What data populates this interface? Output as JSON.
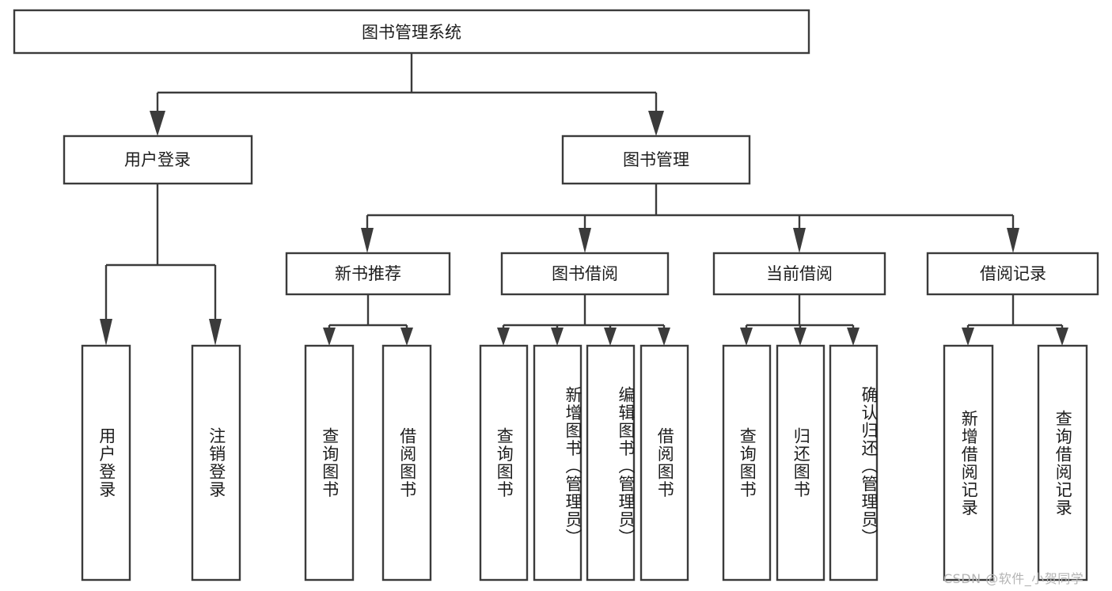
{
  "diagram": {
    "title_node": {
      "label": "图书管理系统"
    },
    "level2": [
      {
        "label": "用户登录"
      },
      {
        "label": "图书管理"
      }
    ],
    "level3": [
      {
        "label": "新书推荐"
      },
      {
        "label": "图书借阅"
      },
      {
        "label": "当前借阅"
      },
      {
        "label": "借阅记录"
      }
    ],
    "leaves": {
      "user_login": [
        {
          "label": "用户登录"
        },
        {
          "label": "注销登录"
        }
      ],
      "new_book": [
        {
          "label": "查询图书"
        },
        {
          "label": "借阅图书"
        }
      ],
      "book_borrow": [
        {
          "label": "查询图书"
        },
        {
          "label": "新增图书（管理员）"
        },
        {
          "label": "编辑图书（管理员）"
        },
        {
          "label": "借阅图书"
        }
      ],
      "current_borrow": [
        {
          "label": "查询图书"
        },
        {
          "label": "归还图书"
        },
        {
          "label": "确认归还（管理员）"
        }
      ],
      "borrow_record": [
        {
          "label": "新增借阅记录"
        },
        {
          "label": "查询借阅记录"
        }
      ]
    },
    "watermark": {
      "text": "CSDN @软件_小贺同学"
    },
    "colors": {
      "stroke": "#3b3b3b",
      "fill": "#ffffff",
      "text": "#1d1d1d",
      "watermark": "#b4b4b4"
    }
  }
}
